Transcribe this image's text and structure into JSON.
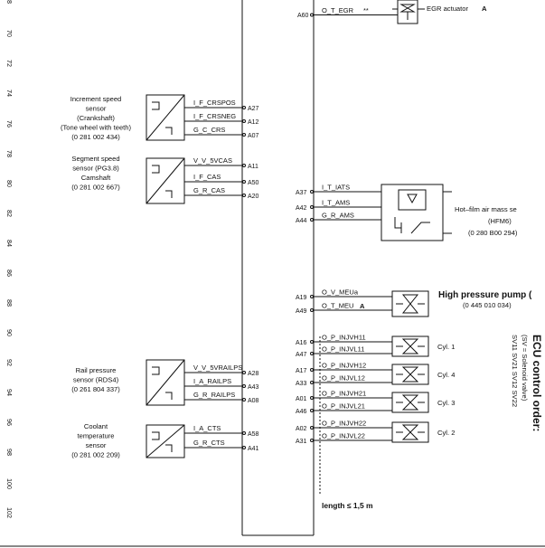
{
  "row_numbers": [
    "8",
    "70",
    "72",
    "74",
    "76",
    "78",
    "80",
    "82",
    "84",
    "86",
    "88",
    "90",
    "92",
    "94",
    "96",
    "98",
    "100",
    "102"
  ],
  "left_sensors": [
    {
      "name": "increment-speed-sensor",
      "lines": [
        "Increment speed",
        "sensor",
        "(Crankshaft)",
        "(Tone wheel with teeth)",
        "(0 281 002 434)"
      ],
      "signals": [
        {
          "sig": "I_F_CRSPOS",
          "pin": "A27"
        },
        {
          "sig": "I_F_CRSNEG",
          "pin": "A12"
        },
        {
          "sig": "G_C_CRS",
          "pin": "A07"
        }
      ]
    },
    {
      "name": "segment-speed-sensor",
      "lines": [
        "Segment speed",
        "sensor (PG3.8)",
        "Camshaft",
        "(0 281 002 667)"
      ],
      "signals": [
        {
          "sig": "V_V_5VCAS",
          "pin": "A11"
        },
        {
          "sig": "I_F_CAS",
          "pin": "A50"
        },
        {
          "sig": "G_R_CAS",
          "pin": "A20"
        }
      ]
    },
    {
      "name": "rail-pressure-sensor",
      "lines": [
        "Rail pressure",
        "sensor (RDS4)",
        "(0 261 804 337)"
      ],
      "signals": [
        {
          "sig": "V_V_5VRAILPS",
          "pin": "A28"
        },
        {
          "sig": "I_A_RAILPS",
          "pin": "A43"
        },
        {
          "sig": "G_R_RAILPS",
          "pin": "A08"
        }
      ]
    },
    {
      "name": "coolant-temperature-sensor",
      "lines": [
        "Coolant",
        "temperature",
        "sensor",
        "(0 281 002 209)"
      ],
      "signals": [
        {
          "sig": "I_A_CTS",
          "pin": "A58"
        },
        {
          "sig": "G_R_CTS",
          "pin": "A41"
        }
      ]
    }
  ],
  "egr": {
    "pin": "A60",
    "sig": "O_T_EGR",
    "marker": "**",
    "label": "EGR actuator",
    "arrow": "A"
  },
  "hfm": {
    "pins": [
      {
        "pin": "A37",
        "sig": "I_T_IATS"
      },
      {
        "pin": "A42",
        "sig": "I_T_AMS"
      },
      {
        "pin": "A44",
        "sig": "G_R_AMS"
      }
    ],
    "lines": [
      "Hot–film air mass se",
      "(HFM6)",
      "(0 280 B00 294)"
    ]
  },
  "pump": {
    "pins": [
      {
        "pin": "A19",
        "sig": "O_V_MEUa"
      },
      {
        "pin": "A49",
        "sig": "O_T_MEU",
        "arrow": "A"
      }
    ],
    "title": "High pressure pump (",
    "part": "(0 445 010 034)"
  },
  "injectors": [
    {
      "pins": [
        {
          "pin": "A16",
          "sig": "O_P_INJVH11"
        },
        {
          "pin": "A47",
          "sig": "O_P_INJVL11"
        }
      ],
      "cyl": "Cyl. 1"
    },
    {
      "pins": [
        {
          "pin": "A17",
          "sig": "O_P_INJVH12"
        },
        {
          "pin": "A33",
          "sig": "O_P_INJVL12"
        }
      ],
      "cyl": "Cyl. 4"
    },
    {
      "pins": [
        {
          "pin": "A01",
          "sig": "O_P_INJVH21"
        },
        {
          "pin": "A46",
          "sig": "O_P_INJVL21"
        }
      ],
      "cyl": "Cyl. 3"
    },
    {
      "pins": [
        {
          "pin": "A02",
          "sig": "O_P_INJVH22"
        },
        {
          "pin": "A31",
          "sig": "O_P_INJVL22"
        }
      ],
      "cyl": "Cyl. 2"
    }
  ],
  "length_note": "length ≤ 1,5 m",
  "ecu_order": {
    "title": "ECU control order:",
    "sub1": "(SV = Solenoid valve)",
    "sub2": "SV11 SV21 SV12 SV22"
  }
}
